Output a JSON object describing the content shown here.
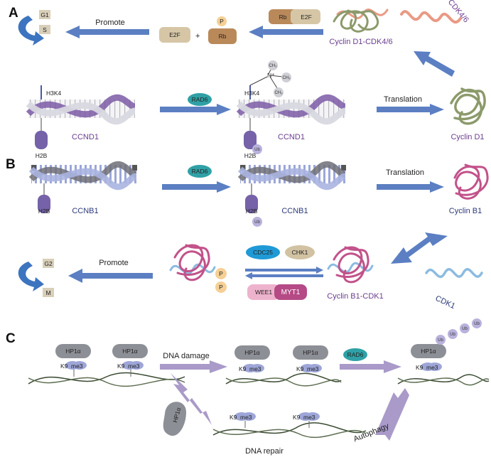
{
  "panels": {
    "a": {
      "letter": "A",
      "g1": "G1",
      "s": "S",
      "promote": "Promote",
      "e2f_free": "E2F",
      "plus": "+",
      "phospho": "P",
      "rb_p": "Rb",
      "rb": "Rb",
      "e2f_bound": "E2F",
      "cdk46": "CDK4/6",
      "cyclin_d1_cdk46": "Cyclin D1-CDK4/6",
      "h3k4_left": "H3K4",
      "rad6": "RAD6",
      "h3k4_right": "H3K4",
      "methyl": [
        "CH₃",
        "CH₃",
        "CH₃"
      ],
      "n_plus": "N⁺",
      "translation": "Translation",
      "h2b_left": "H2B",
      "ccnd1_left": "CCND1",
      "h2b_right": "H2B",
      "ub": "Ub",
      "ccnd1_right": "CCND1",
      "cyclin_d1": "Cyclin D1"
    },
    "b": {
      "letter": "B",
      "rad6": "RAD6",
      "translation": "Translation",
      "h2b_left": "H2B",
      "ccnb1_left": "CCNB1",
      "h2b_right": "H2B",
      "ub": "Ub",
      "ccnb1_right": "CCNB1",
      "cyclin_b1": "Cyclin B1",
      "g2": "G2",
      "m": "M",
      "promote": "Promote",
      "phospho_1": "P",
      "phospho_2": "P",
      "cdc25": "CDC25",
      "chk1": "CHK1",
      "wee1": "WEE1",
      "myt1": "MYT1",
      "cyclin_b1_cdk1": "Cyclin B1-CDK1",
      "cdk1": "CDK1"
    },
    "c": {
      "letter": "C",
      "hp1a_1": "HP1α",
      "k9_1": "K9",
      "me3_1": "me3",
      "hp1a_2": "HP1α",
      "k9_2": "K9",
      "me3_2": "me3",
      "dna_damage": "DNA damage",
      "hp1a_3": "HP1α",
      "k9_3": "K9",
      "me3_3": "me3",
      "hp1a_4": "HP1α",
      "k9_4": "K9",
      "me3_4": "me3",
      "rad6": "RAD6",
      "hp1a_5": "HP1α",
      "k9_5": "K9",
      "me3_5": "me3",
      "ub_chain": [
        "Ub",
        "Ub",
        "Ub",
        "Ub"
      ],
      "hp1a_free": "HP1α",
      "k9_6": "K9",
      "me3_6": "me3",
      "k9_7": "K9",
      "me3_7": "me3",
      "dna_repair": "DNA repair",
      "autophagy": "Autophagy"
    }
  },
  "colors": {
    "arrow_blue": "#5b7fc2",
    "arrow_lavender": "#a99ac9",
    "cycle_arrow": "#3d74bf",
    "e2f": "#d6c6a6",
    "rb": "#b9895a",
    "phospho": "#f5cf94",
    "cyclin_d1": "#8c9a6b",
    "cdk46": "#e99a85",
    "cyclin_b1": "#c2528a",
    "cdk1": "#8cbbe0",
    "rad6": "#2fa1a6",
    "h2b": "#7562a8",
    "ub": "#b9b2dc",
    "hp1a": "#8d8f96",
    "cdc25": "#1f9ad6",
    "chk1": "#d1c2a2",
    "wee1": "#eeb3cc",
    "myt1": "#b54a86"
  }
}
